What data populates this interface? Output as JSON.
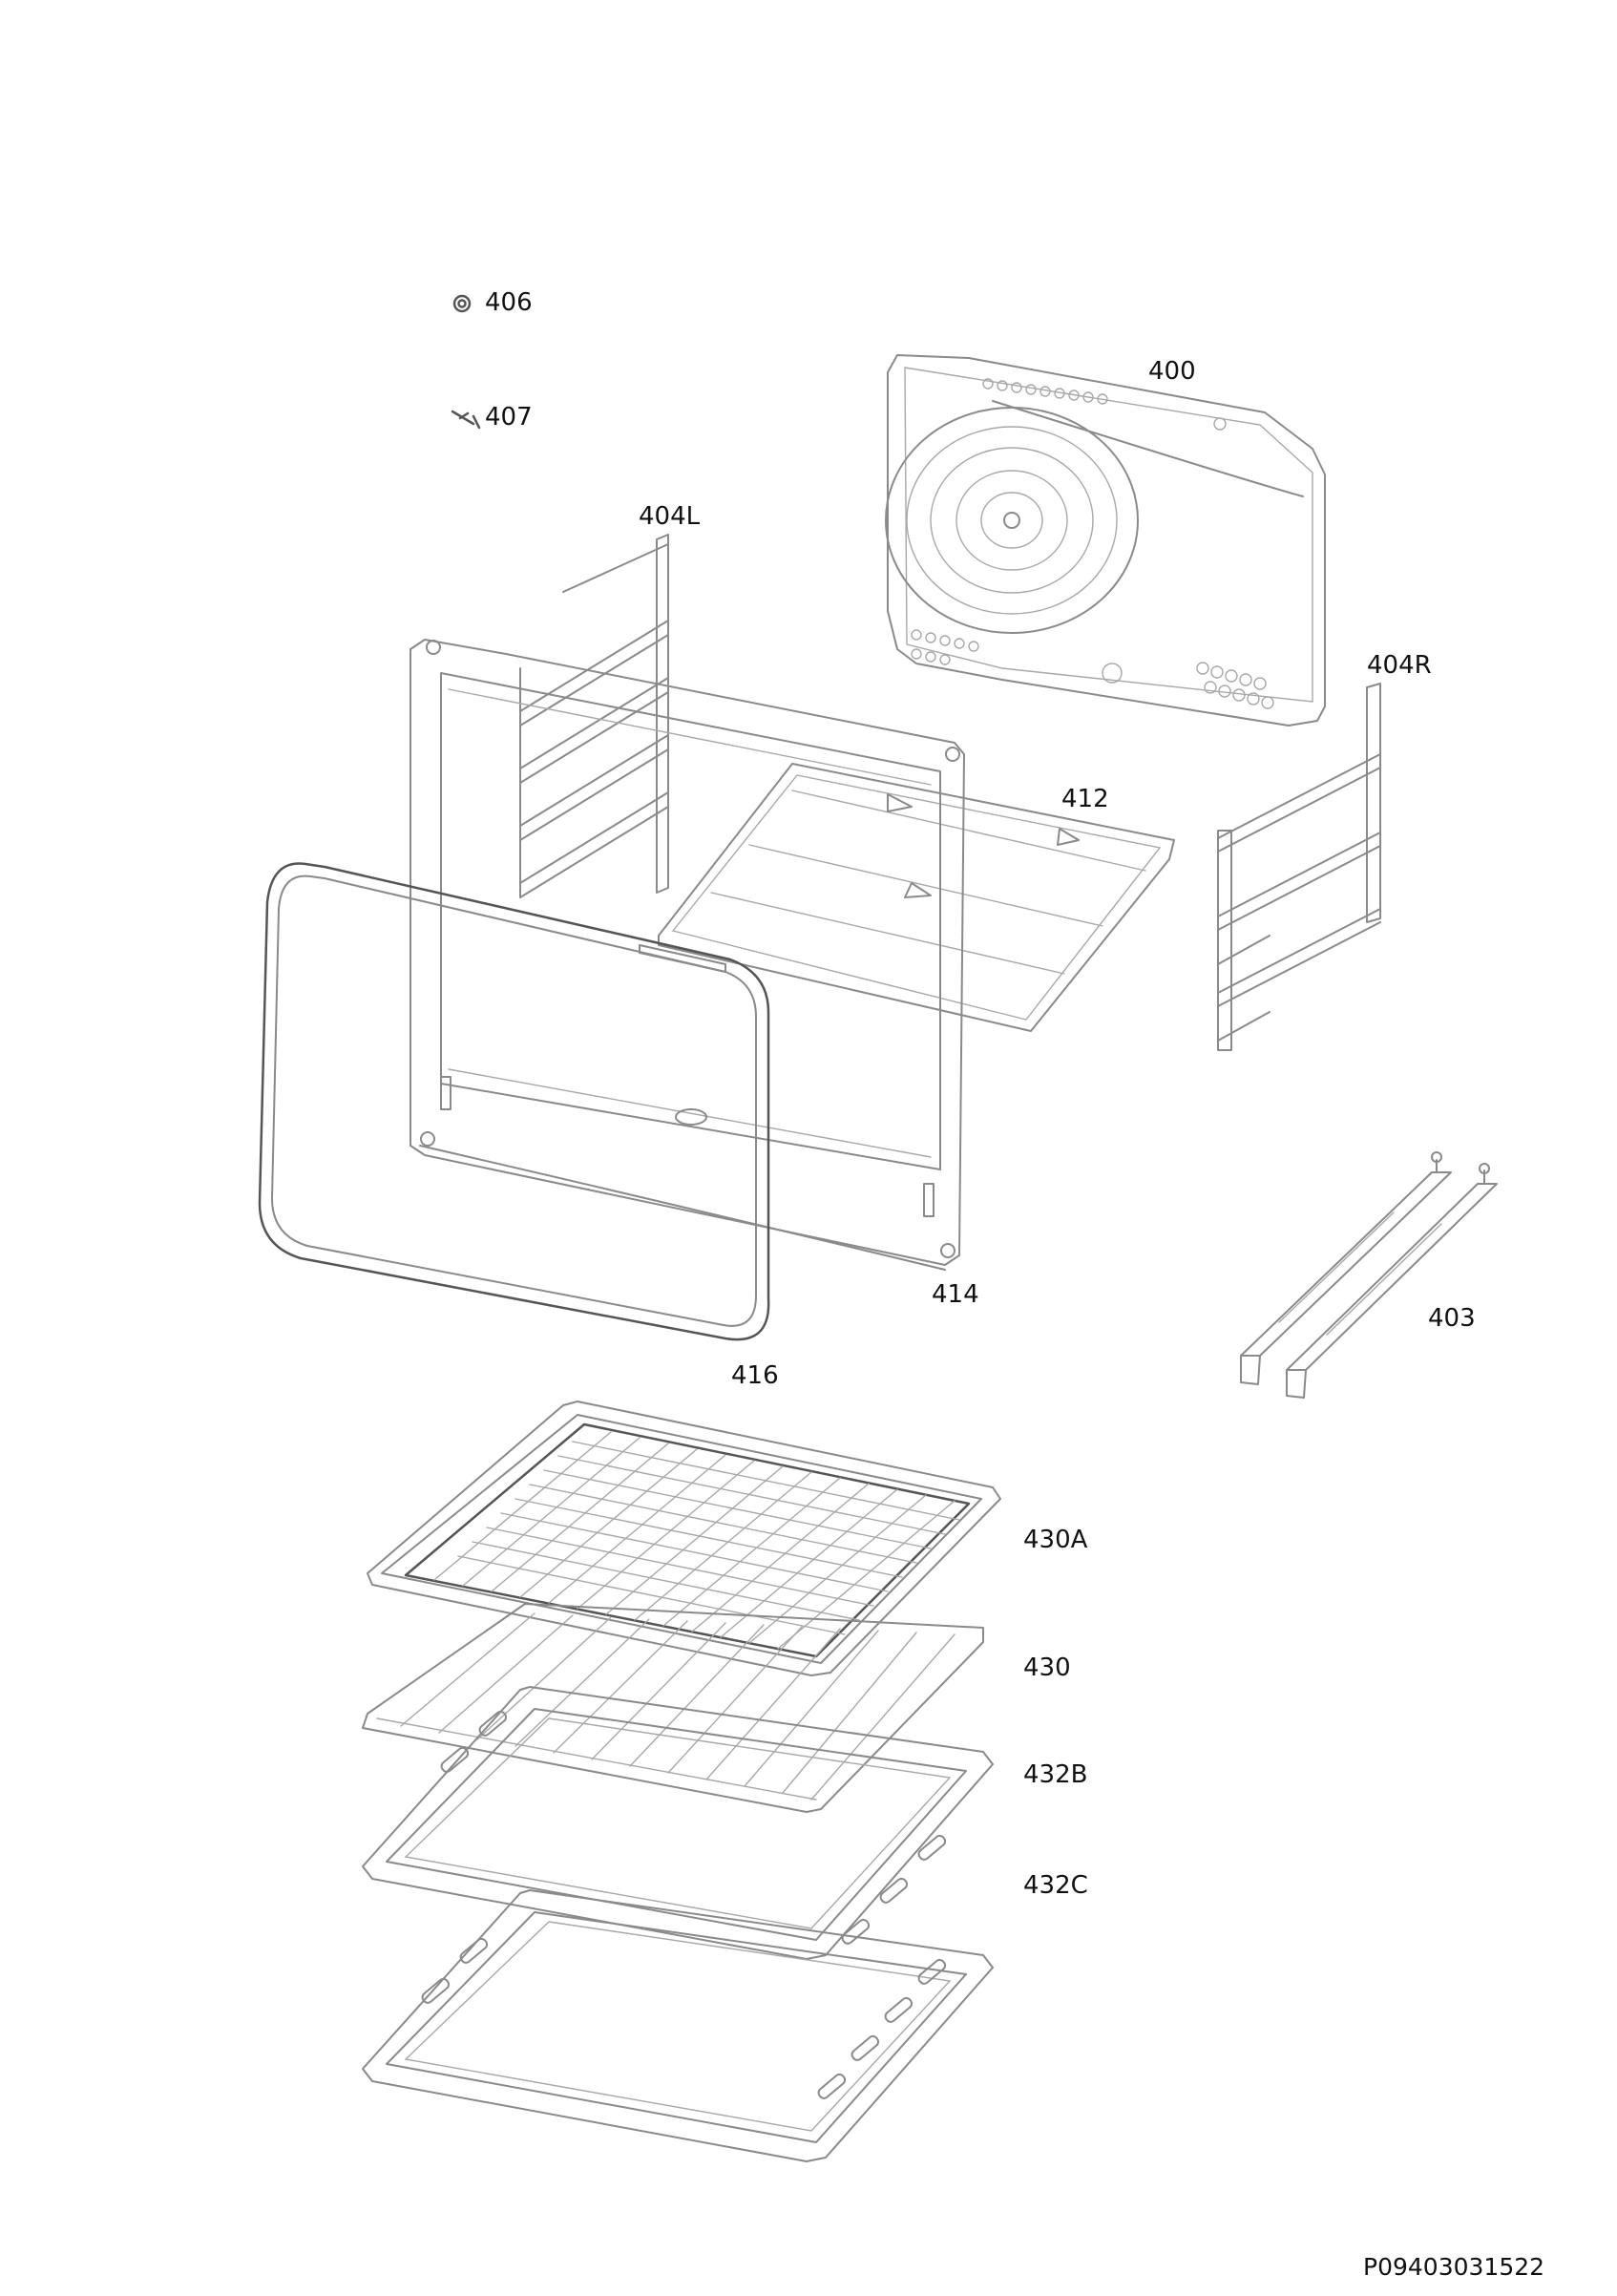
{
  "labels": {
    "p406": "406",
    "p407": "407",
    "p400": "400",
    "p404L": "404L",
    "p404R": "404R",
    "p412": "412",
    "p414": "414",
    "p416": "416",
    "p403": "403",
    "p430A": "430A",
    "p430": "430",
    "p432B": "432B",
    "p432C": "432C"
  },
  "document_code": "P09403031522"
}
